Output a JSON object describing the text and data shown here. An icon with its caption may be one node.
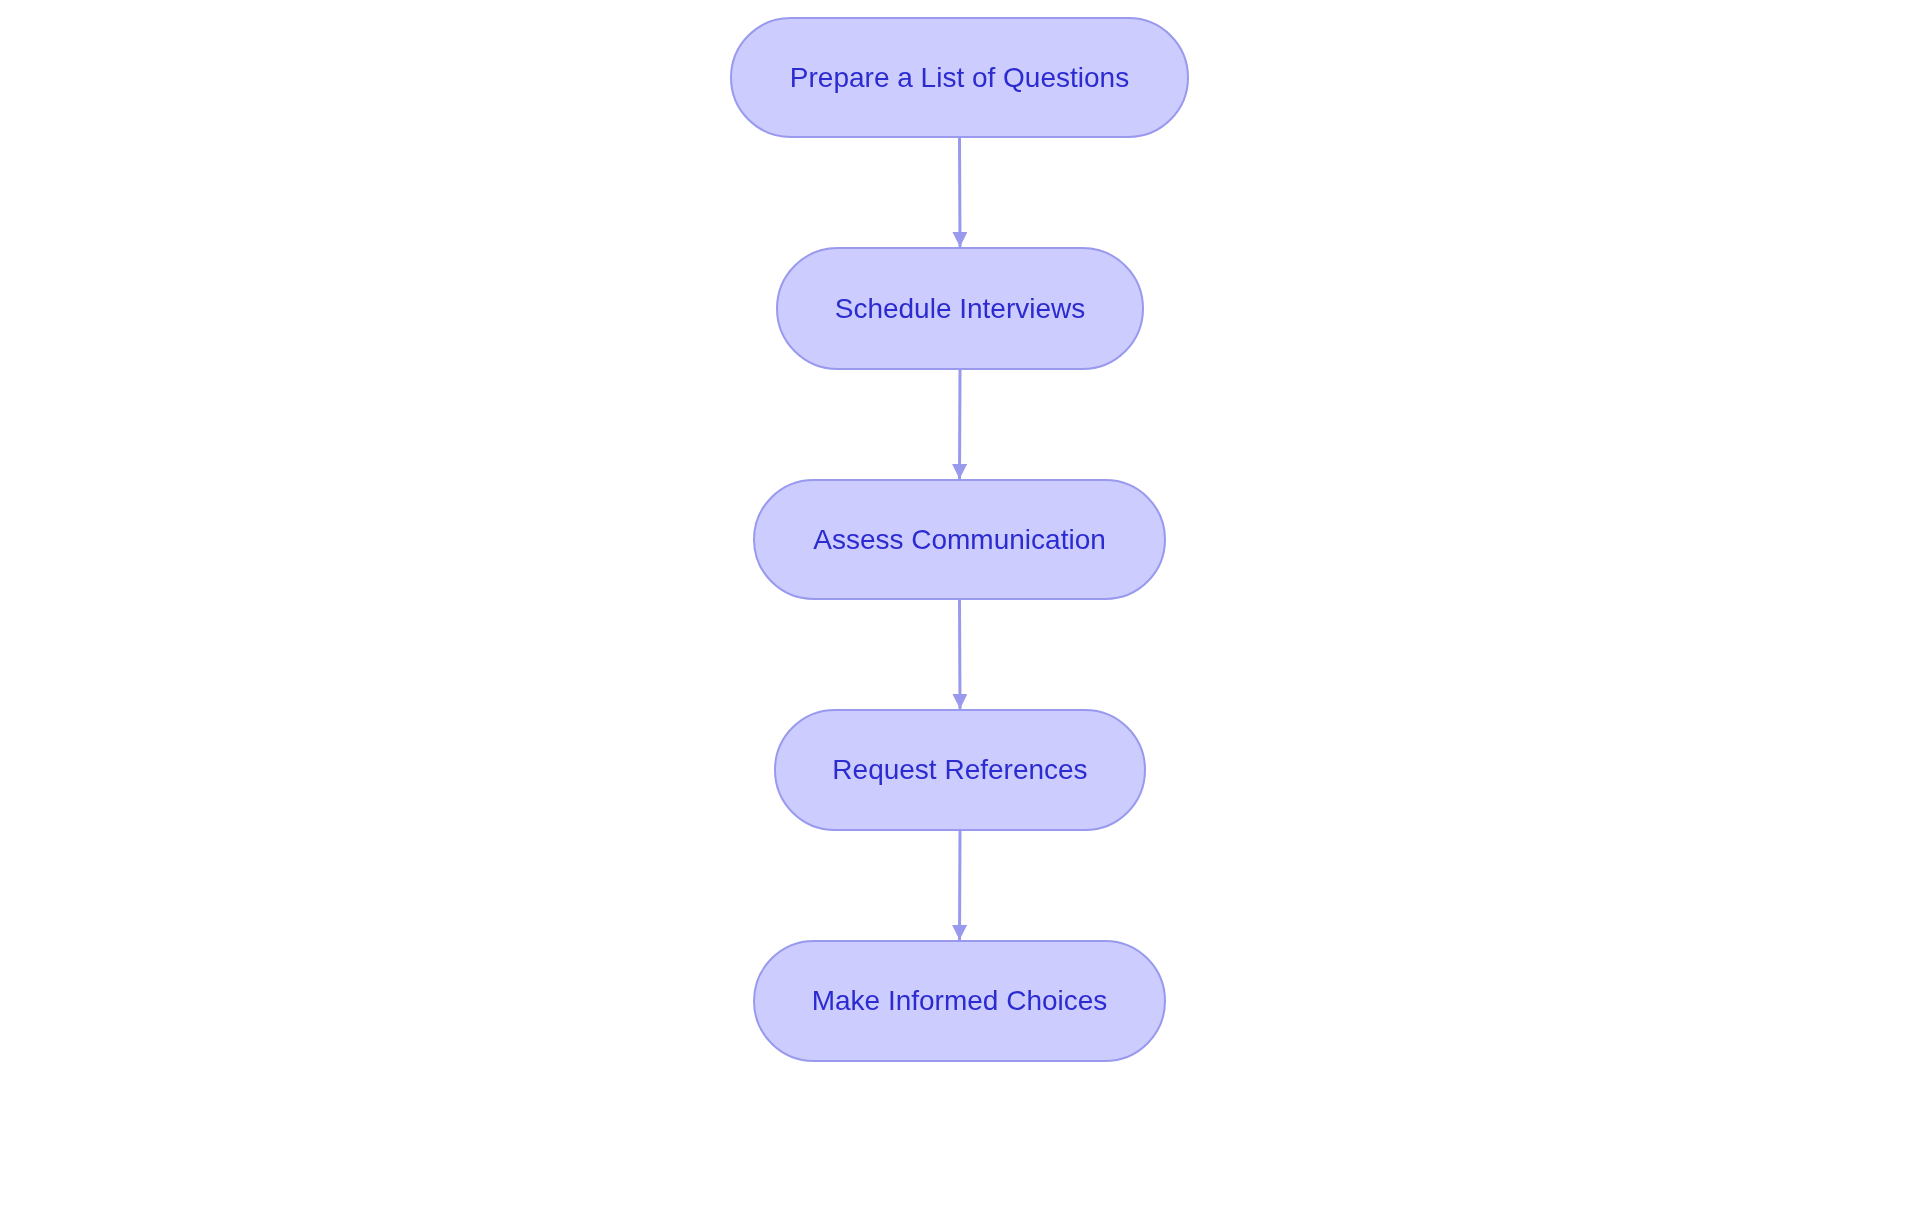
{
  "diagram": {
    "nodes": [
      {
        "text": [
          "Prepare a List of Questions"
        ]
      },
      {
        "text": [
          "Schedule Interviews"
        ]
      },
      {
        "text": [
          "Assess Communication"
        ]
      },
      {
        "text": [
          "Request References"
        ]
      },
      {
        "text": [
          "Make Informed Choices"
        ]
      }
    ],
    "edges": [
      {
        "from": 0,
        "to": 1,
        "arrow": "to"
      },
      {
        "from": 1,
        "to": 2,
        "arrow": "to"
      },
      {
        "from": 2,
        "to": 3,
        "arrow": "to"
      },
      {
        "from": 3,
        "to": 4,
        "arrow": "to"
      }
    ]
  }
}
